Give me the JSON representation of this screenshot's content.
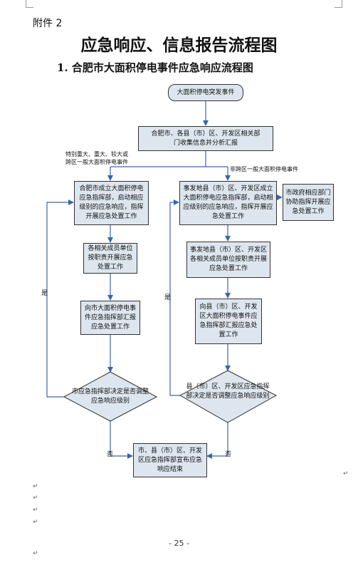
{
  "header": {
    "annex": "附件 2",
    "title": "应急响应、信息报告流程图",
    "subtitle": "1. 合肥市大面积停电事件应急响应流程图"
  },
  "flow": {
    "start": "大面积停电突发事件",
    "collect": "合肥市、各县（市）区、开发区相关部门收集信息并分析汇报",
    "left_condition": "特别重大、重大、较大或跨区一般大面积停电事件",
    "right_condition": "非跨区一般大面积停电事件",
    "left_1": "合肥市成立大面积停电应急指挥部，启动相应级别的应急响应，指挥开展应急处置工作",
    "left_2": "各相关成员单位按职责开展应急处置工作",
    "left_3": "向市大面积停电事件应急指挥部汇报应急处置工作",
    "left_decision": "市应急指挥部决定是否调整应急响应级别",
    "right_1": "事发地县（市）区、开发区成立大面积停电应急指挥部，启动相应级别的应急响应，指挥开展应急处置工作",
    "right_side": "市政府相应部门协助指挥开展应急处置工作",
    "right_2": "事发地县（市）区、开发区各相关成员单位按职责开展应急处置工作",
    "right_3": "向县（市）区、开发区大面积停电事件应急指挥部汇报应急处置工作",
    "right_decision": "县（市）区、开发区应急指挥部决定是否调整应急响应级别",
    "end": "市、县（市）区、开发区应急指挥部宣布应急响应结束",
    "yes": "是",
    "no": "否"
  },
  "footer": {
    "page": "- 25 -"
  },
  "marks": {
    "para": "↵"
  }
}
